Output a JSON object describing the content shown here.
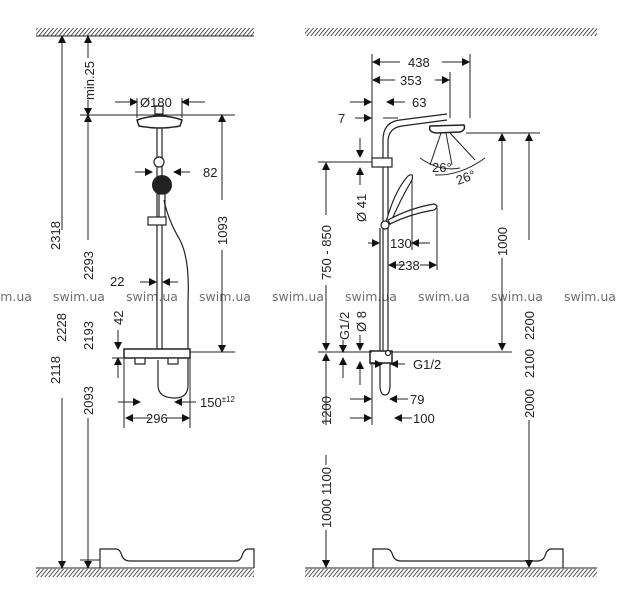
{
  "left_view": {
    "dims": {
      "d2318": "2318",
      "d2228": "2228",
      "d2118": "2118",
      "min25": "min.25",
      "d2293": "2293",
      "d2193": "2193",
      "d2093": "2093",
      "dia180": "Ø180",
      "d82": "82",
      "d1093": "1093",
      "d22": "22",
      "d42": "42",
      "d150": "150",
      "d150_tol": "±12",
      "d296": "296"
    }
  },
  "right_view": {
    "dims": {
      "d438": "438",
      "d353": "353",
      "d63": "63",
      "d7": "7",
      "angle1": "26°",
      "angle2": "26°",
      "dia41": "Ø 41",
      "d750_850": "750 - 850",
      "d130": "130",
      "d238": "238",
      "d1000a": "1000",
      "d2200": "2200",
      "g12a": "G1/2",
      "dia8": "Ø 8",
      "g12b": "G1/2",
      "d79": "79",
      "d100": "100",
      "d1200": "1200",
      "d1100": "1100",
      "d1000b": "1000",
      "d2100": "2100",
      "d2000": "2000"
    }
  },
  "watermark": [
    "swim.ua",
    "swim.ua",
    "swim.ua",
    "swim.ua",
    "swim.ua",
    "swim.ua",
    "swim.ua",
    "swim.ua"
  ]
}
